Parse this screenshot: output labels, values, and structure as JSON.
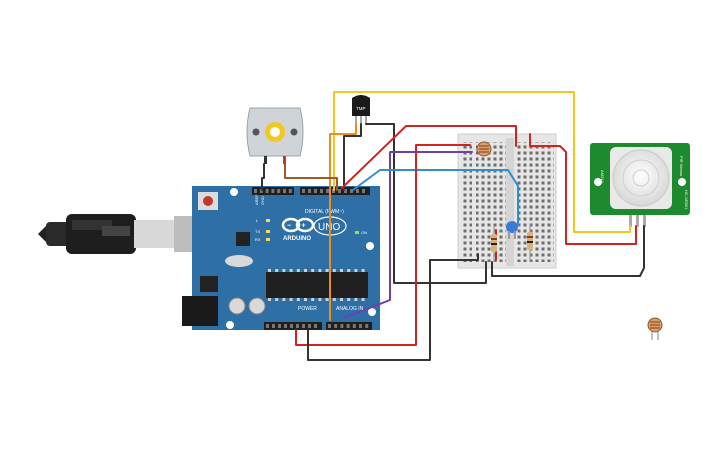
{
  "board": {
    "brand": "ARDUINO",
    "model": "UNO",
    "digital_header": "DIGITAL (PWM~)",
    "power_header": "POWER",
    "analog_header": "ANALOG IN",
    "aref": "AREF",
    "gnd": "GND",
    "tx": "TX",
    "rx": "RX",
    "on": "ON",
    "l": "L"
  },
  "temp_sensor": {
    "label": "TMP"
  },
  "pir": {
    "line1": "PIR Sensor",
    "line2": "HC-SR501",
    "line3": "AM312"
  },
  "colors": {
    "board": "#2e6fa6",
    "pir_board": "#1d8a2e",
    "wire_red": "#d22323",
    "wire_black": "#333333",
    "wire_yellow": "#f2c81e",
    "wire_orange": "#f08c1a",
    "wire_purple": "#6f3fb0",
    "wire_blue": "#2f8fd0",
    "wire_brown": "#9a5a2c"
  },
  "components": [
    "arduino-uno",
    "usb-cable",
    "dc-motor",
    "tmp-temperature-sensor",
    "breadboard",
    "photoresistor",
    "resistor",
    "resistor",
    "led",
    "pir-sensor",
    "photoresistor"
  ]
}
